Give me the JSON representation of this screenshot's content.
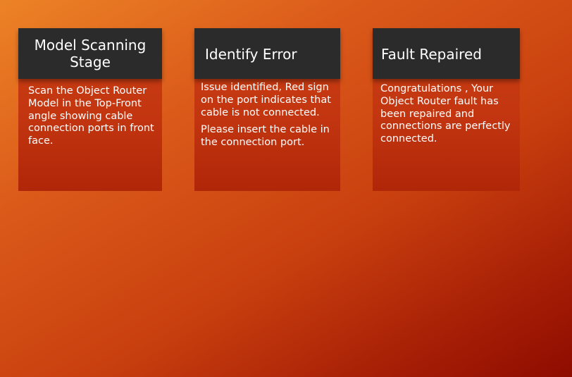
{
  "slide": {
    "cards": [
      {
        "title": "Model Scanning Stage",
        "body": "Scan the Object Router Model in the Top-Front angle showing cable connection ports in front face."
      },
      {
        "title": "Identify Error",
        "body": "Issue identified, Red sign on the port indicates that cable is not connected.",
        "body2": "Please insert the cable in the connection port."
      },
      {
        "title": "Fault Repaired",
        "body": "Congratulations , Your Object Router fault has been repaired and connections are perfectly connected."
      }
    ]
  },
  "colors": {
    "background_start": "#ec8326",
    "background_end": "#8e0c00",
    "card_header": "#2b2b2b",
    "card_body": "#c23510",
    "text": "#ffffff"
  }
}
